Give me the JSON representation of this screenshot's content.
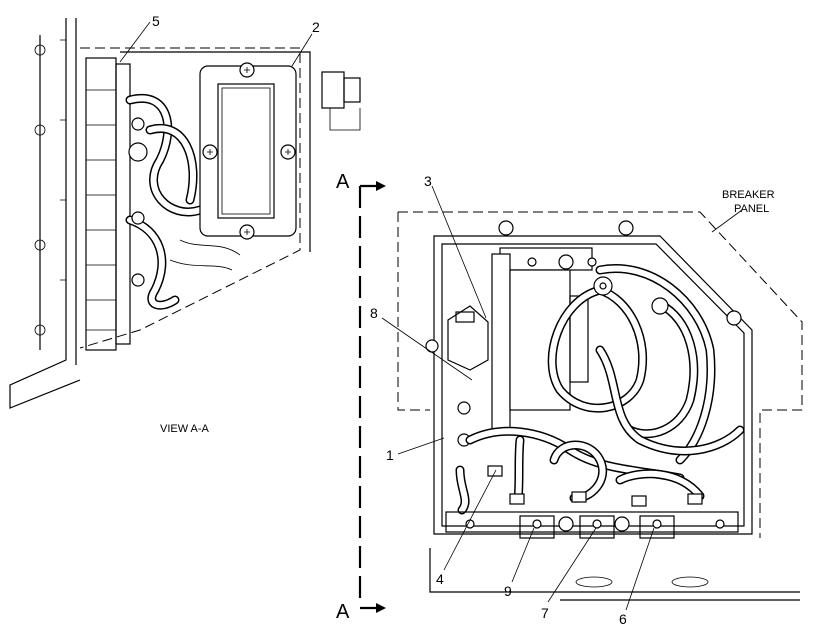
{
  "callouts": [
    "1",
    "2",
    "3",
    "4",
    "5",
    "6",
    "7",
    "8",
    "9"
  ],
  "view_label": "VIEW A-A",
  "section_marker": "A",
  "breaker_label_line1": "BREAKER",
  "breaker_label_line2": "PANEL"
}
